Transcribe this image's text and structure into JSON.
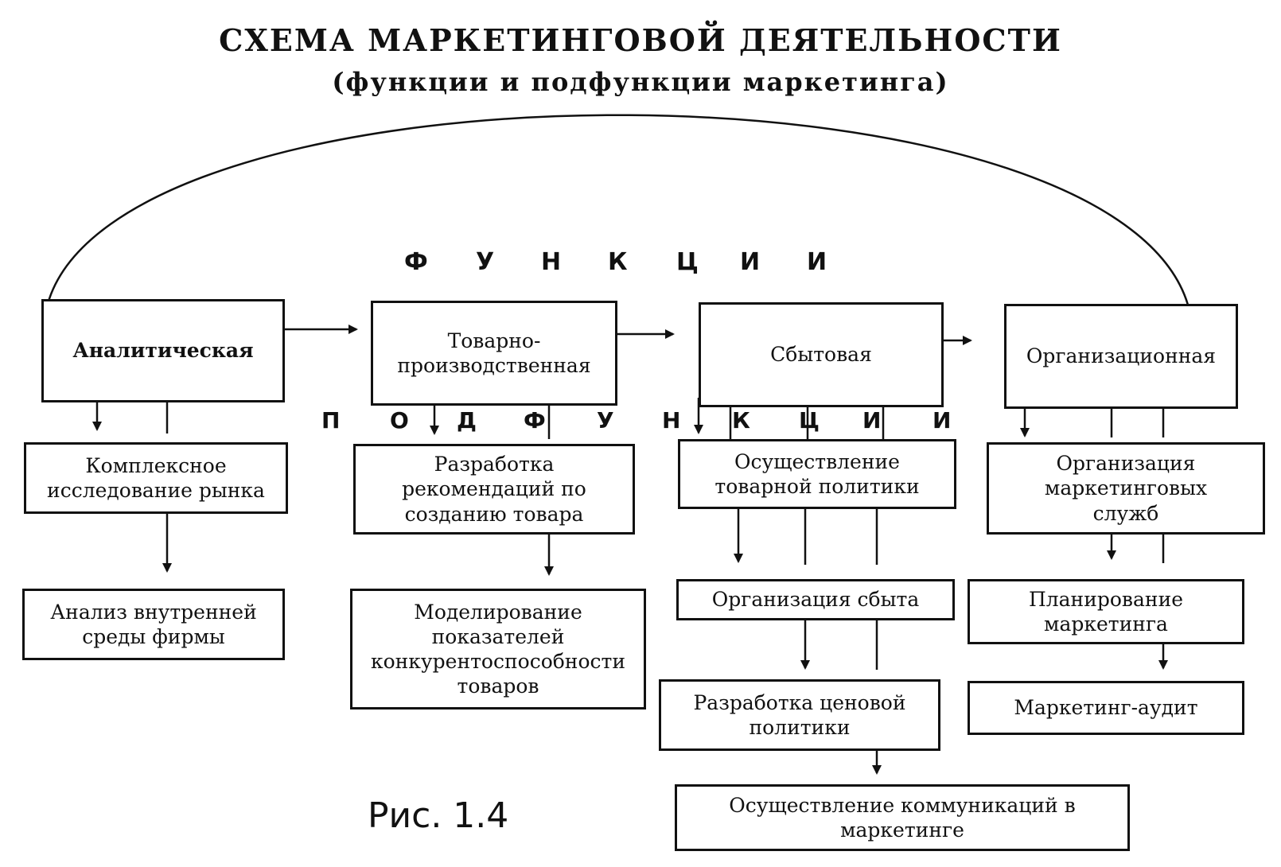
{
  "title": "СХЕМА МАРКЕТИНГОВОЙ ДЕЯТЕЛЬНОСТИ",
  "subtitle": "(функции и подфункции маркетинга)",
  "functions_label": [
    "Ф",
    "У",
    "Н",
    "К",
    "Ц",
    "И",
    "И"
  ],
  "subfunctions_label": [
    "П",
    "О",
    "Д",
    "Ф",
    "У",
    "Н",
    "К",
    "Ц",
    "И",
    "И"
  ],
  "functions": {
    "analytical": "Аналитическая",
    "production": "Товарно-\nпроизводственная",
    "sales": "Сбытовая",
    "organizational": "Организационная"
  },
  "subfunctions": {
    "market_research": "Комплексное\nисследование рынка",
    "internal_analysis": "Анализ внутренней\nсреды фирмы",
    "product_recommendations": "Разработка\nрекомендаций по\nсозданию товара",
    "competitiveness_modeling": "Моделирование\nпоказателей\nконкурентоспособности\nтоваров",
    "product_policy": "Осуществление\nтоварной политики",
    "sales_organization": "Организация сбыта",
    "price_policy": "Разработка ценовой\nполитики",
    "communications": "Осуществление коммуникаций в\nмаркетинге",
    "marketing_services": "Организация\nмаркетинговых\nслужб",
    "marketing_planning": "Планирование\nмаркетинга",
    "marketing_audit": "Маркетинг-аудит"
  },
  "caption": "Рис. 1.4"
}
